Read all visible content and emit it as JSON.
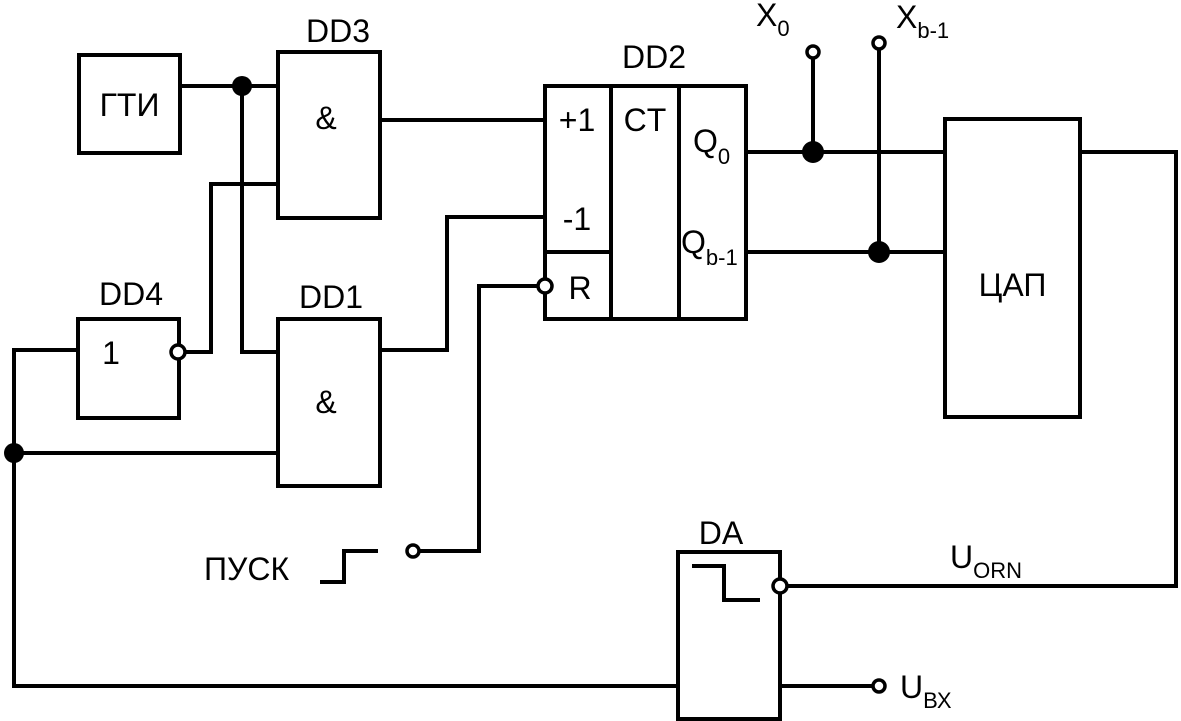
{
  "blocks": {
    "gti": "ГТИ",
    "dd3_name": "DD3",
    "dd3_sym": "&",
    "dd4_name": "DD4",
    "dd4_sym": "1",
    "dd1_name": "DD1",
    "dd1_sym": "&",
    "dd2_name": "DD2",
    "dd2_plus": "+1",
    "dd2_minus": "-1",
    "dd2_r": "R",
    "dd2_ct": "CT",
    "dd2_q": "Q",
    "dd2_q0_sub": "0",
    "dd2_qb_sub": "b-1",
    "dac": "ЦАП",
    "da_name": "DA"
  },
  "terminals": {
    "x": "X",
    "x0_sub": "0",
    "xb_sub": "b-1",
    "start": "ПУСК",
    "u": "U",
    "uorn_sub": "ORN",
    "uin_sub": "ВХ"
  }
}
